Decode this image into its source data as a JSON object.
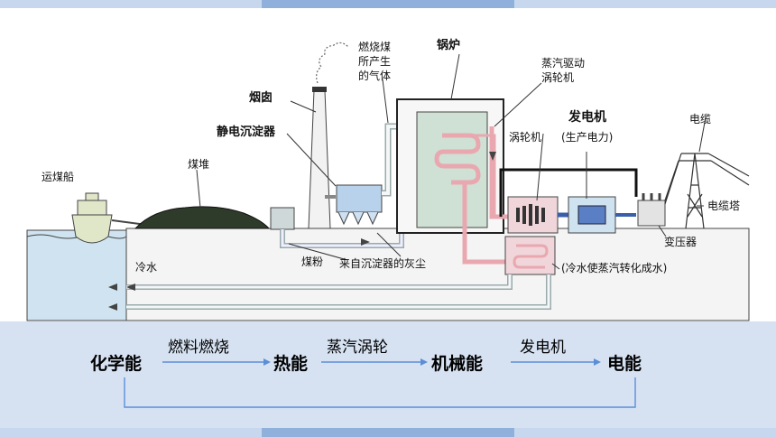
{
  "colors": {
    "panel_bg": "#d6e2f2",
    "bar_light": "#c7d8ee",
    "bar_dark": "#8fb0da",
    "water": "#cfe4f0",
    "arrow_blue": "#5b8ed8",
    "pipe_pink": "#e9a8b0",
    "boiler_green": "#cfe0d4",
    "generator_blue": "#5a7fc4"
  },
  "diagram": {
    "labels": {
      "coal_ship": "运煤船",
      "coal_pile": "煤堆",
      "chimney": "烟囱",
      "precipitator": "静电沉淀器",
      "coal_gas_1": "燃烧煤",
      "coal_gas_2": "所产生",
      "coal_gas_3": "的气体",
      "boiler": "锅炉",
      "steam_drive_1": "蒸汽驱动",
      "steam_drive_2": "涡轮机",
      "turbine": "涡轮机",
      "generator": "发电机",
      "generator_sub": "(生产电力)",
      "cable": "电缆",
      "cable_tower": "电缆塔",
      "transformer": "变压器",
      "cold_water": "冷水",
      "coal_powder": "煤粉",
      "ash": "来自沉淀器的灰尘",
      "condense": "(冷水使蒸汽转化成水)"
    }
  },
  "flow": {
    "chemical": "化学能",
    "thermal": "热能",
    "mechanical": "机械能",
    "electric": "电能",
    "step1": "燃料燃烧",
    "step2": "蒸汽涡轮",
    "step3": "发电机"
  }
}
